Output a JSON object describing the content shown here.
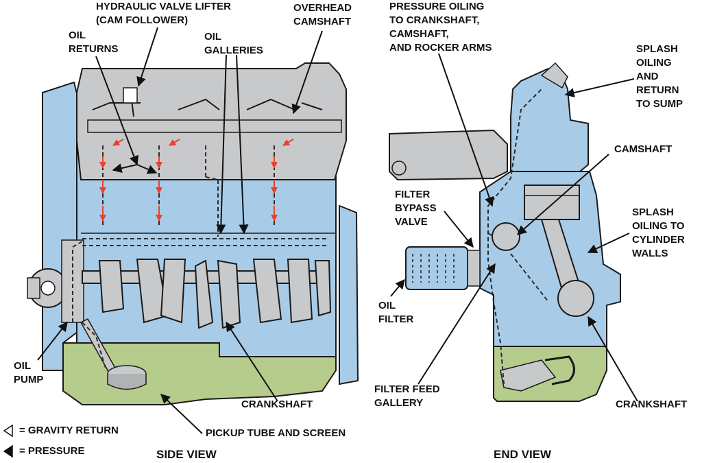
{
  "colors": {
    "block": "#a8cce8",
    "head": "#c8c9cb",
    "sump": "#b6cc8c",
    "outline": "#1a1a1a",
    "oil_path": "#2a2a2a",
    "gravity_drip": "#e8412c"
  },
  "labels": {
    "hydraulic_valve_lifter": [
      "HYDRAULIC VALVE LIFTER",
      "(CAM FOLLOWER)"
    ],
    "overhead_camshaft": [
      "OVERHEAD",
      "CAMSHAFT"
    ],
    "oil_returns": [
      "OIL",
      "RETURNS"
    ],
    "oil_galleries": [
      "OIL",
      "GALLERIES"
    ],
    "pressure_oiling": [
      "PRESSURE OILING",
      "TO CRANKSHAFT,",
      "CAMSHAFT,",
      "AND ROCKER ARMS"
    ],
    "splash_oiling_return": [
      "SPLASH",
      "OILING",
      "AND",
      "RETURN",
      "TO SUMP"
    ],
    "camshaft_end": [
      "CAMSHAFT"
    ],
    "filter_bypass_valve": [
      "FILTER",
      "BYPASS",
      "VALVE"
    ],
    "splash_oiling_cylinder": [
      "SPLASH",
      "OILING TO",
      "CYLINDER",
      "WALLS"
    ],
    "oil_filter": [
      "OIL",
      "FILTER"
    ],
    "oil_pump": [
      "OIL",
      "PUMP"
    ],
    "crankshaft_side": [
      "CRANKSHAFT"
    ],
    "filter_feed_gallery": [
      "FILTER FEED",
      "GALLERY"
    ],
    "crankshaft_end": [
      "CRANKSHAFT"
    ],
    "pickup_tube": [
      "PICKUP TUBE AND SCREEN"
    ]
  },
  "legend": {
    "gravity": "= GRAVITY RETURN",
    "pressure": "= PRESSURE"
  },
  "views": {
    "side": "SIDE VIEW",
    "end": "END VIEW"
  }
}
